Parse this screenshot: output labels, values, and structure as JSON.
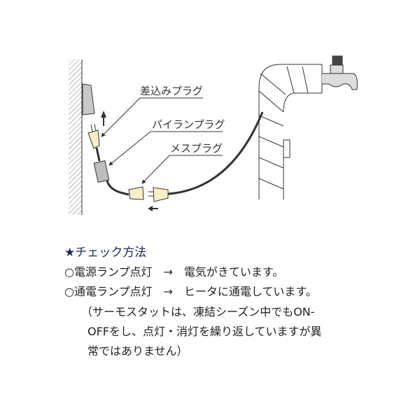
{
  "diagram": {
    "labels": {
      "plug": "差込みプラグ",
      "pairan_plug": "パイランプラグ",
      "female_plug": "メスプラグ"
    }
  },
  "check": {
    "heading": "★チェック方法",
    "lines": [
      "○電源ランプ点灯　→　電気がきています。",
      "○通電ランプ点灯　→　ヒータに通電しています。",
      "（サーモスタットは、凍結シーズン中でもON-",
      "OFFをし、点灯・消灯を繰り返していますが異",
      "常ではありません）"
    ]
  },
  "colors": {
    "plug_fill": "#f6efc8",
    "gray": "#bdbdbd",
    "heading": "#1b2a55"
  }
}
